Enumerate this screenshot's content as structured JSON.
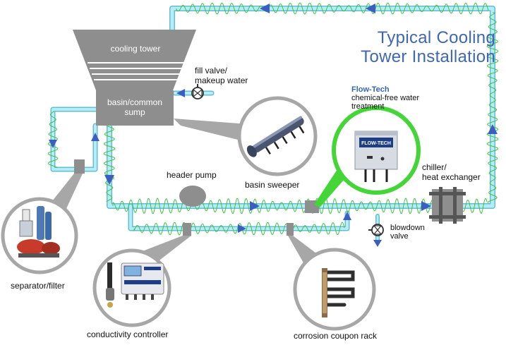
{
  "title": {
    "line1": "Typical Cooling",
    "line2": "Tower Installation"
  },
  "labels": {
    "cooling_tower": "cooling tower",
    "basin_line1": "basin/common",
    "basin_line2": "sump",
    "fill_valve_line1": "fill valve/",
    "fill_valve_line2": "makeup water",
    "flowtech_brand": "Flow-Tech",
    "flowtech_line1": "chemical-free water",
    "flowtech_line2": "treatment",
    "header_pump": "header pump",
    "basin_sweeper": "basin sweeper",
    "chiller_line1": "chiller/",
    "chiller_line2": "heat exchanger",
    "blowdown_line1": "blowdown",
    "blowdown_line2": "valve",
    "separator": "separator/filter",
    "conductivity": "conductivity controller",
    "corrosion": "corrosion coupon rack"
  },
  "colors": {
    "pipe": "#8fdaea",
    "pipe_edge": "#5fbfd6",
    "arrow": "#3a5fc0",
    "wave": "#3fc24a",
    "tower": "#8e8e8e",
    "callout_ring": "#a7a7a7",
    "flowtech_ring": "#44d536",
    "title": "#3f67b3"
  },
  "icons": {
    "fill_valve": "valve-icon",
    "blowdown": "valve-icon",
    "separator_photo": "separator-filter-photo",
    "controller_photo": "conductivity-controller-photo",
    "coupon_photo": "corrosion-coupon-rack-photo",
    "sweeper_photo": "basin-sweeper-photo",
    "flowtech_photo": "flow-tech-unit-photo"
  }
}
